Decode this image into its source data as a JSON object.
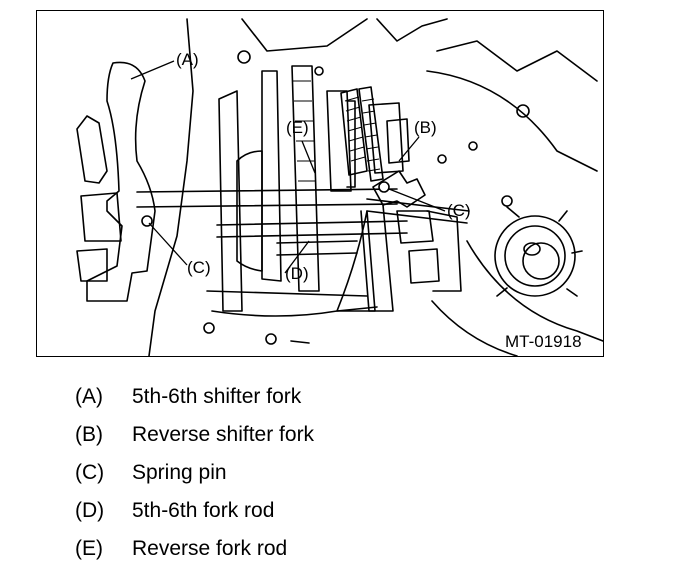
{
  "figure": {
    "id": "MT-01918",
    "callouts": {
      "a": "(A)",
      "b": "(B)",
      "c_left": "(C)",
      "c_right": "(C)",
      "d": "(D)",
      "e": "(E)"
    }
  },
  "legend": [
    {
      "code": "(A)",
      "text": "5th-6th shifter fork"
    },
    {
      "code": "(B)",
      "text": "Reverse shifter fork"
    },
    {
      "code": "(C)",
      "text": "Spring pin"
    },
    {
      "code": "(D)",
      "text": "5th-6th fork rod"
    },
    {
      "code": "(E)",
      "text": "Reverse fork rod"
    }
  ]
}
